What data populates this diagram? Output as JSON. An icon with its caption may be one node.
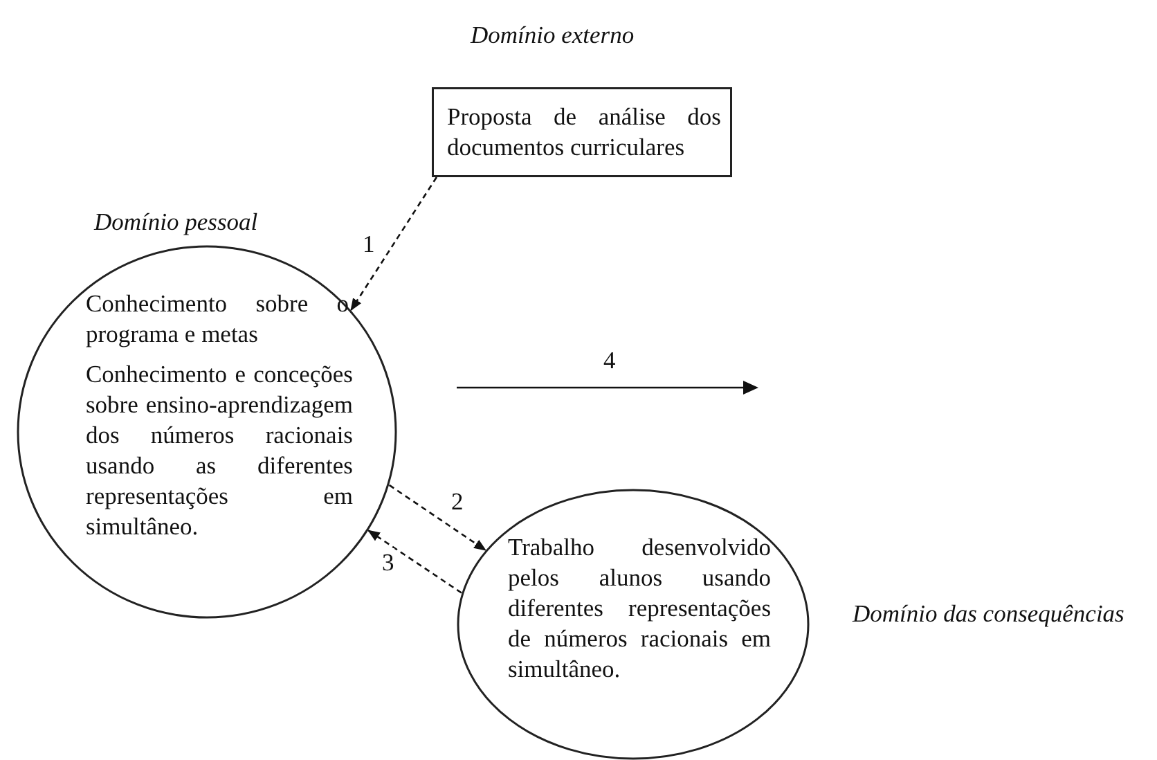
{
  "diagram": {
    "nodes": [
      {
        "text": [
          "Proposta de análise dos documentos curriculares"
        ]
      },
      {
        "text": [
          "Conhecimento sobre o programa e metas",
          "Conhecimento e conceções sobre ensino-aprendizagem dos números racionais usando as diferentes representações em simultâneo."
        ],
        "beside": [
          "Domínio pessoal"
        ]
      },
      {
        "text": [
          "Trabalho desenvolvido pelos alunos usando diferentes representações de números racionais em simultâneo."
        ]
      }
    ],
    "edges": [
      {
        "from": 0,
        "to": 1,
        "arrow": "to",
        "label": "1",
        "style": "dashed"
      },
      {
        "from": 1,
        "to": 2,
        "arrow": "to",
        "label": "2",
        "style": "dashed"
      },
      {
        "from": 2,
        "to": 1,
        "arrow": "to",
        "label": "3",
        "style": "dashed"
      }
    ],
    "labels": [
      "Domínio externo",
      "4",
      "Domínio das consequências"
    ]
  }
}
